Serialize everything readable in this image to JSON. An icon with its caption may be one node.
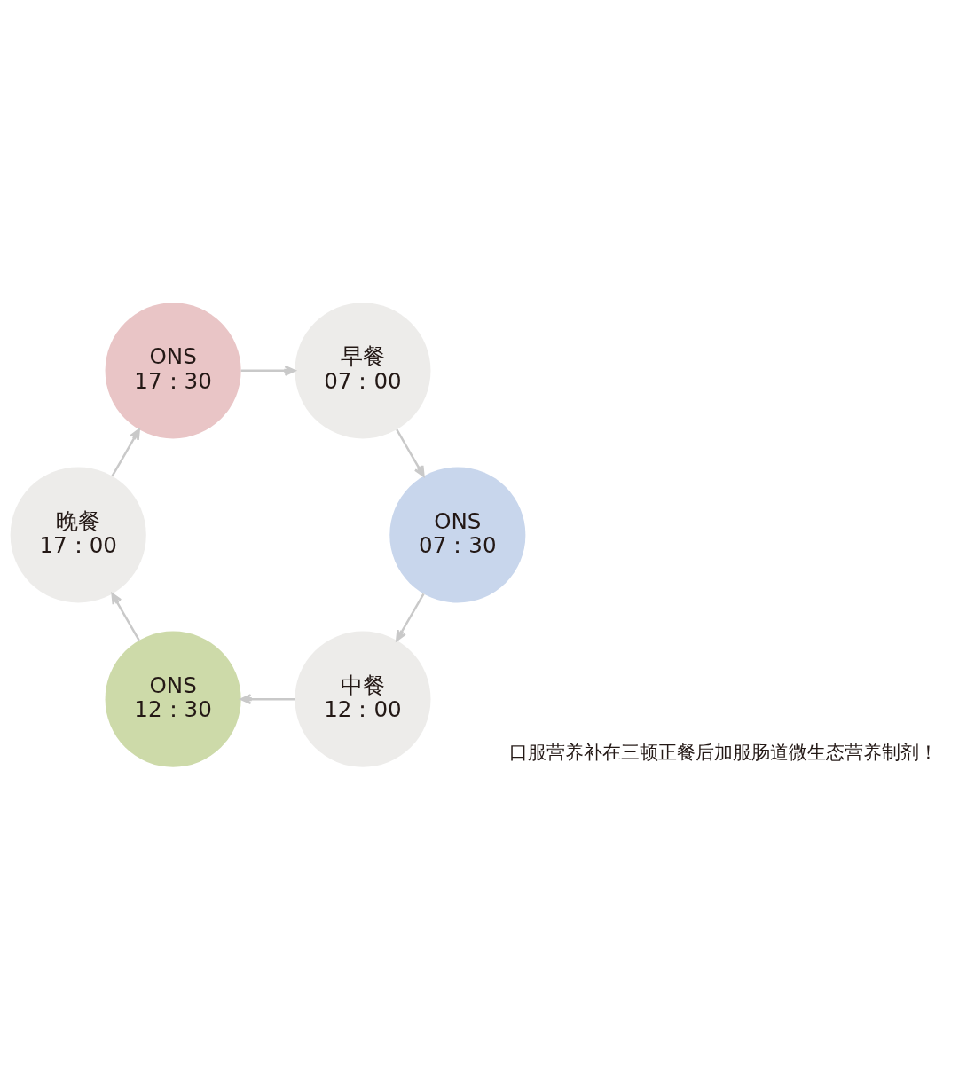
{
  "diagram": {
    "nodes": [
      {
        "text": [
          "中餐",
          "12：00"
        ]
      },
      {
        "text": [
          "ONS",
          "07：30"
        ]
      },
      {
        "text": [
          "ONS",
          "12：30"
        ]
      },
      {
        "text": [
          "晚餐",
          "17：00"
        ]
      },
      {
        "text": [
          "早餐",
          "07：00"
        ]
      },
      {
        "text": [
          "ONS",
          "17：30"
        ]
      }
    ],
    "edges": [
      {
        "from": 1,
        "to": 0,
        "arrow": "to"
      },
      {
        "from": 0,
        "to": 2,
        "arrow": "to"
      },
      {
        "from": 2,
        "to": 3,
        "arrow": "to"
      },
      {
        "from": 3,
        "to": 5,
        "arrow": "to"
      },
      {
        "from": 5,
        "to": 4,
        "arrow": "to"
      },
      {
        "from": 4,
        "to": 1,
        "arrow": "to"
      }
    ],
    "labels": [
      "口服营养补在三顿正餐后加服肠道微生态营养制剂！"
    ]
  }
}
